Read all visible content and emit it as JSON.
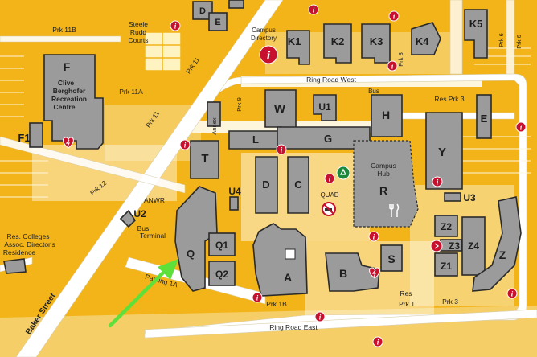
{
  "map": {
    "buildings": [
      {
        "id": "F",
        "label": "F"
      },
      {
        "id": "F1",
        "label": "F1"
      },
      {
        "id": "K1",
        "label": "K1"
      },
      {
        "id": "K2",
        "label": "K2"
      },
      {
        "id": "K3",
        "label": "K3"
      },
      {
        "id": "K4",
        "label": "K4"
      },
      {
        "id": "K5",
        "label": "K5"
      },
      {
        "id": "W",
        "label": "W"
      },
      {
        "id": "U1",
        "label": "U1"
      },
      {
        "id": "H",
        "label": "H"
      },
      {
        "id": "E",
        "label": "E"
      },
      {
        "id": "Y",
        "label": "Y"
      },
      {
        "id": "T",
        "label": "T"
      },
      {
        "id": "L",
        "label": "L"
      },
      {
        "id": "G",
        "label": "G"
      },
      {
        "id": "R",
        "label": "R"
      },
      {
        "id": "D",
        "label": "D"
      },
      {
        "id": "C",
        "label": "C"
      },
      {
        "id": "U4",
        "label": "U4"
      },
      {
        "id": "U3",
        "label": "U3"
      },
      {
        "id": "U2",
        "label": "U2"
      },
      {
        "id": "Q",
        "label": "Q"
      },
      {
        "id": "Q1",
        "label": "Q1"
      },
      {
        "id": "Q2",
        "label": "Q2"
      },
      {
        "id": "A",
        "label": "A"
      },
      {
        "id": "B",
        "label": "B"
      },
      {
        "id": "S",
        "label": "S"
      },
      {
        "id": "Z",
        "label": "Z"
      },
      {
        "id": "Z1",
        "label": "Z1"
      },
      {
        "id": "Z2",
        "label": "Z2"
      },
      {
        "id": "Z3",
        "label": "Z3"
      },
      {
        "id": "Z4",
        "label": "Z4"
      },
      {
        "id": "D_top",
        "label": "D"
      },
      {
        "id": "E_top",
        "label": "E"
      }
    ],
    "place_labels": {
      "clive_1": "Clive",
      "clive_2": "Berghofer",
      "clive_3": "Recreation",
      "clive_4": "Centre",
      "steele_1": "Steele",
      "steele_2": "Rudd",
      "steele_3": "Courts",
      "campus_dir_1": "Campus",
      "campus_dir_2": "Directory",
      "campus_hub_1": "Campus",
      "campus_hub_2": "Hub",
      "annex": "Annex",
      "anwr": "ANWR",
      "bus_terminal_1": "Bus",
      "bus_terminal_2": "Terminal",
      "bus": "Bus",
      "quad": "QUAD",
      "res_colleges_1": "Res. Colleges",
      "res_colleges_2": "Assoc. Director's",
      "res_colleges_3": "Residence"
    },
    "roads": {
      "baker_street": "Baker Street",
      "ring_road_west": "Ring Road West",
      "ring_road_east": "Ring Road East",
      "prk_11b": "Prk 11B",
      "prk_11a": "Prk 11A",
      "prk_11_upper": "Prk 11",
      "prk_11_lower": "Prk 11",
      "prk_12": "Prk 12",
      "prk_9": "Prk 9",
      "prk_8": "Prk 8",
      "prk_6_a": "Prk 6",
      "prk_6_b": "Prk 6",
      "res_prk_3": "Res Prk 3",
      "res_prk_1_a": "Res",
      "res_prk_1_b": "Prk 1",
      "prk_3": "Prk 3",
      "prk_1b": "Prk 1B",
      "parking_1a": "Parking 1A"
    },
    "icons": {
      "info": "i",
      "info_large": "i"
    },
    "colors": {
      "background": "#f2b419",
      "building": "#9b9b9b",
      "info_red": "#c8102e",
      "arrow_green": "#5ee03a",
      "recycle_green": "#1a8a3a"
    }
  }
}
